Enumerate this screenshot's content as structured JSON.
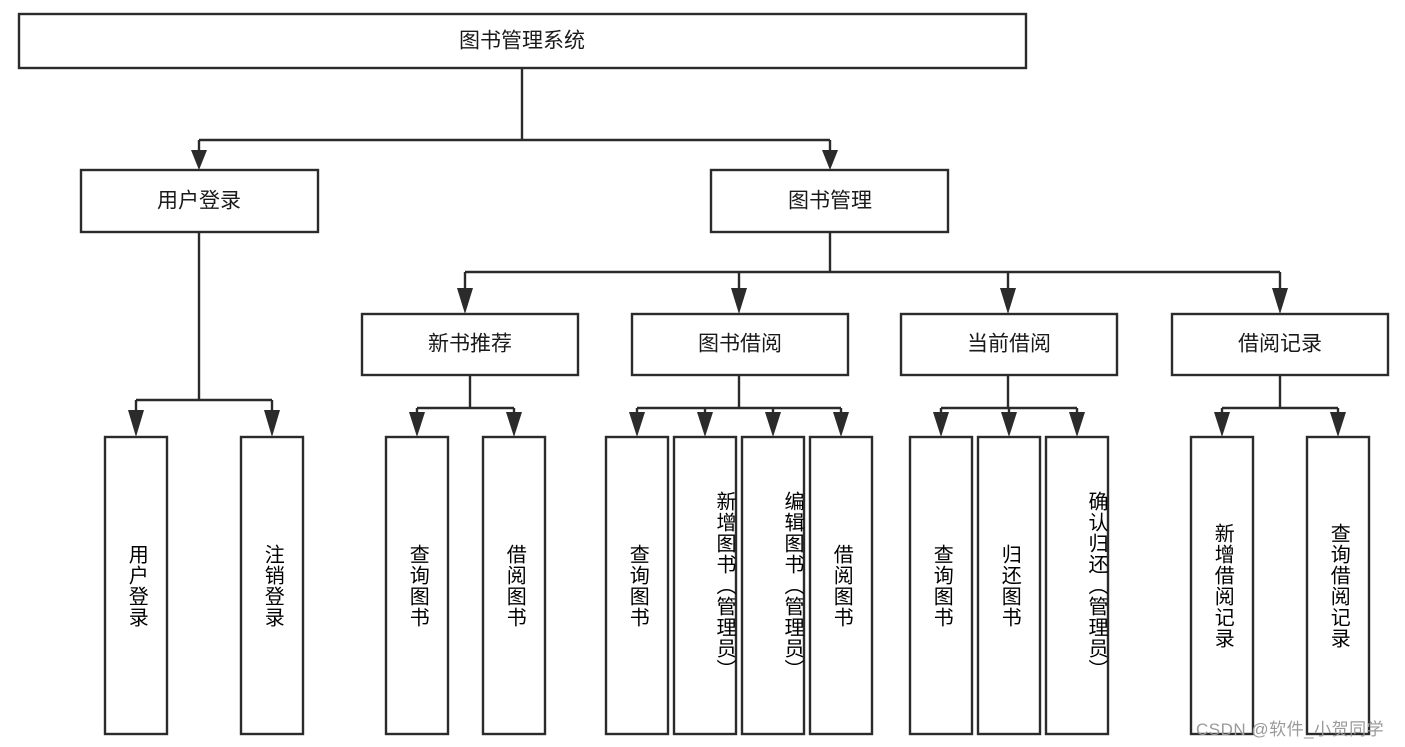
{
  "diagram": {
    "type": "tree-hierarchy",
    "title": "图书管理系统",
    "watermark": "CSDN @软件_小贺同学",
    "colors": {
      "stroke": "#2b2b2b",
      "fill": "#ffffff",
      "text": "#1a1a1a",
      "watermark": "#9a9a9a",
      "background": "#ffffff"
    },
    "root": {
      "label": "图书管理系统",
      "orientation": "horizontal"
    },
    "level2": [
      {
        "id": "user-login",
        "label": "用户登录",
        "orientation": "horizontal"
      },
      {
        "id": "book-management",
        "label": "图书管理",
        "orientation": "horizontal"
      }
    ],
    "level3": [
      {
        "id": "new-book-recommend",
        "label": "新书推荐",
        "parent": "book-management",
        "orientation": "horizontal"
      },
      {
        "id": "book-borrow",
        "label": "图书借阅",
        "parent": "book-management",
        "orientation": "horizontal"
      },
      {
        "id": "current-borrow",
        "label": "当前借阅",
        "parent": "book-management",
        "orientation": "horizontal"
      },
      {
        "id": "borrow-record",
        "label": "借阅记录",
        "parent": "book-management",
        "orientation": "horizontal"
      }
    ],
    "leaves": [
      {
        "id": "leaf-user-login",
        "label": "用户登录",
        "parent": "user-login",
        "orientation": "vertical"
      },
      {
        "id": "leaf-user-logout",
        "label": "注销登录",
        "parent": "user-login",
        "orientation": "vertical"
      },
      {
        "id": "leaf-query-book-1",
        "label": "查询图书",
        "parent": "new-book-recommend",
        "orientation": "vertical"
      },
      {
        "id": "leaf-borrow-book-1",
        "label": "借阅图书",
        "parent": "new-book-recommend",
        "orientation": "vertical"
      },
      {
        "id": "leaf-query-book-2",
        "label": "查询图书",
        "parent": "book-borrow",
        "orientation": "vertical"
      },
      {
        "id": "leaf-add-book",
        "label": "新增图书（管理员）",
        "parent": "book-borrow",
        "orientation": "vertical"
      },
      {
        "id": "leaf-edit-book",
        "label": "编辑图书（管理员）",
        "parent": "book-borrow",
        "orientation": "vertical"
      },
      {
        "id": "leaf-borrow-book-2",
        "label": "借阅图书",
        "parent": "book-borrow",
        "orientation": "vertical"
      },
      {
        "id": "leaf-query-book-3",
        "label": "查询图书",
        "parent": "current-borrow",
        "orientation": "vertical"
      },
      {
        "id": "leaf-return-book",
        "label": "归还图书",
        "parent": "current-borrow",
        "orientation": "vertical"
      },
      {
        "id": "leaf-confirm-return",
        "label": "确认归还（管理员）",
        "parent": "current-borrow",
        "orientation": "vertical"
      },
      {
        "id": "leaf-add-record",
        "label": "新增借阅记录",
        "parent": "borrow-record",
        "orientation": "vertical"
      },
      {
        "id": "leaf-query-record",
        "label": "查询借阅记录",
        "parent": "borrow-record",
        "orientation": "vertical"
      }
    ]
  }
}
